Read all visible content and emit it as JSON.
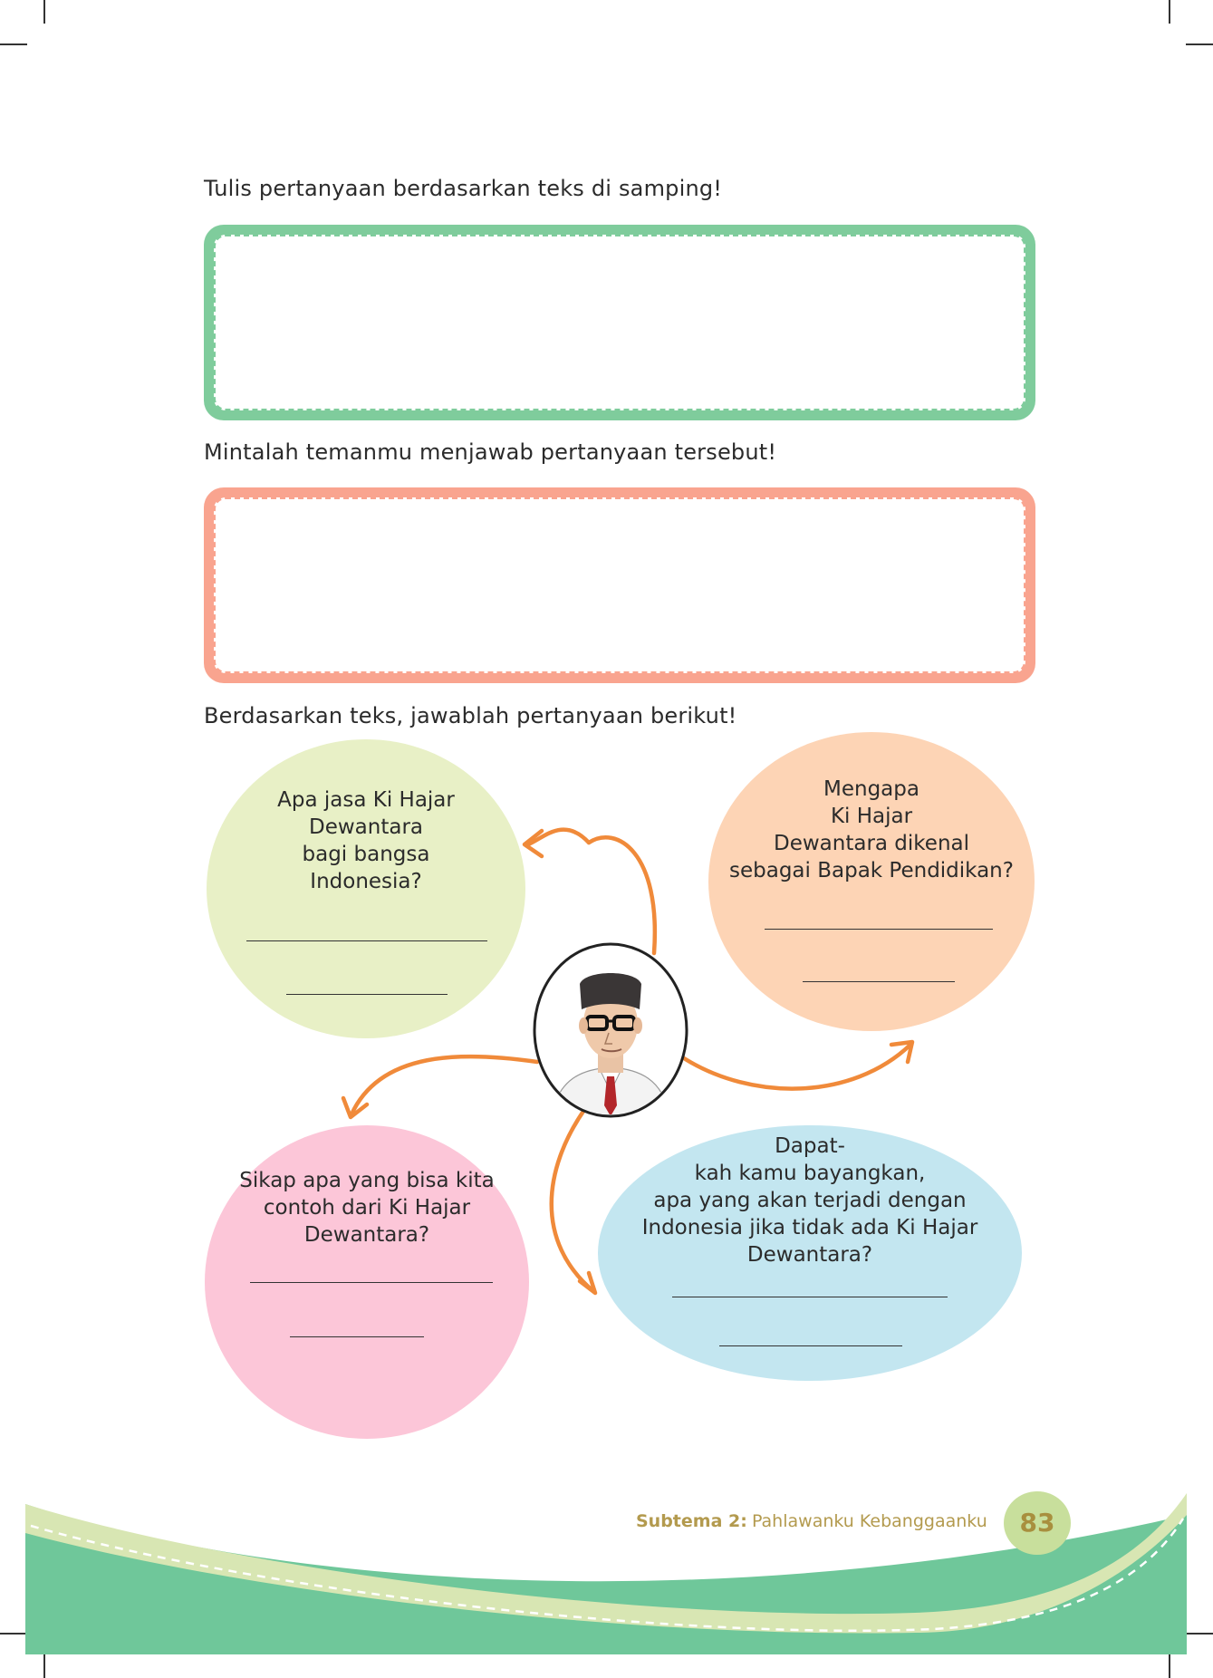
{
  "instructions": {
    "write_question": "Tulis pertanyaan berdasarkan teks di samping!",
    "ask_friend": "Mintalah temanmu menjawab pertanyaan tersebut!",
    "answer_questions": "Berdasarkan teks, jawablah pertanyaan berikut!"
  },
  "bubbles": {
    "top_left": "Apa jasa Ki Hajar\nDewantara\nbagi bangsa\nIndonesia?",
    "top_right": "Mengapa\nKi Hajar\nDewantara dikenal\nsebagai Bapak Pendidikan?",
    "bottom_left": "Sikap apa yang bisa kita\ncontoh dari Ki Hajar\nDewantara?",
    "bottom_right": "Dapat-\nkah kamu bayangkan,\napa yang akan terjadi dengan\nIndonesia jika tidak ada Ki Hajar\nDewantara?"
  },
  "footer": {
    "subtheme_label": "Subtema 2:",
    "subtheme_title": "Pahlawanku Kebanggaanku",
    "page_number": "83"
  },
  "colors": {
    "green_box": "#7fcc9c",
    "salmon_box": "#f9a48f",
    "bubble_green": "#e8f0c6",
    "bubble_peach": "#fdd4b5",
    "bubble_pink": "#fcc6d8",
    "bubble_blue": "#c3e6f0",
    "arrow": "#f08a3a",
    "footer_green": "#6fc79a",
    "footer_light": "#d8e6b3"
  }
}
